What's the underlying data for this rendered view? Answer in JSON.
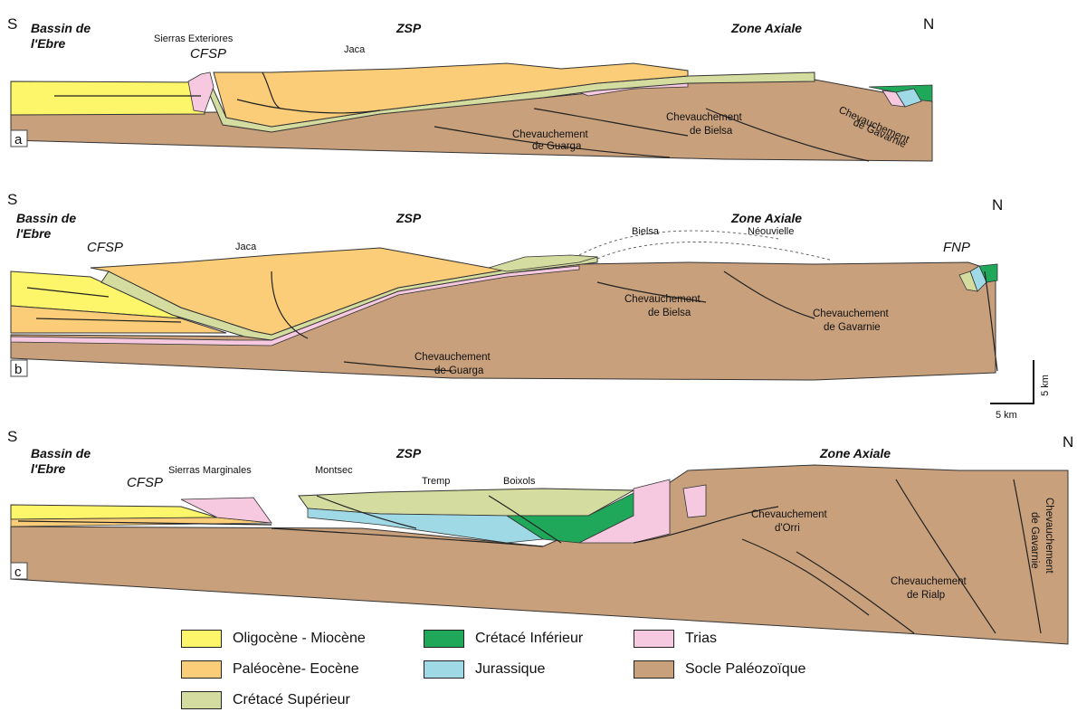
{
  "colors": {
    "oligocene_miocene": "#fdf66a",
    "paleocene_eocene": "#fbcd78",
    "cretace_superieur": "#d5dca0",
    "cretace_inferieur": "#1fa85a",
    "jurassique": "#9fd9e6",
    "trias": "#f6c9e0",
    "socle": "#c9a07c"
  },
  "directions": {
    "south": "S",
    "north": "N"
  },
  "regions": {
    "bassin_line1": "Bassin de",
    "bassin_line2": "l'Ebre",
    "zsp": "ZSP",
    "zone_axiale": "Zone Axiale"
  },
  "panels": {
    "a": {
      "label": "a",
      "cfsp": "CFSP",
      "places": {
        "sierras": "Sierras Exteriores",
        "jaca": "Jaca"
      },
      "thrusts": {
        "guarga_1": "Chevauchement",
        "guarga_2": "de Guarga",
        "bielsa_1": "Chevauchement",
        "bielsa_2": "de Bielsa",
        "gavarnie_1": "Chevauchement",
        "gavarnie_2": "de Gavarnie"
      }
    },
    "b": {
      "label": "b",
      "cfsp": "CFSP",
      "fnp": "FNP",
      "places": {
        "jaca": "Jaca",
        "bielsa": "Bielsa",
        "neouvielle": "Néouvielle"
      },
      "thrusts": {
        "bielsa_1": "Chevauchement",
        "bielsa_2": "de Bielsa",
        "gavarnie_1": "Chevauchement",
        "gavarnie_2": "de Gavarnie",
        "guarga_1": "Chevauchement",
        "guarga_2": "de Guarga"
      }
    },
    "c": {
      "label": "c",
      "cfsp": "CFSP",
      "places": {
        "sierras": "Sierras Marginales",
        "montsec": "Montsec",
        "tremp": "Tremp",
        "boixols": "Boixols"
      },
      "thrusts": {
        "orri_1": "Chevauchement",
        "orri_2": "d'Orri",
        "rialp_1": "Chevauchement",
        "rialp_2": "de Rialp",
        "gavarnie_1": "Chevauchement",
        "gavarnie_2": "de Gavarnie"
      }
    }
  },
  "scale": {
    "vertical": "5 km",
    "horizontal": "5 km"
  },
  "legend": [
    {
      "label": "Oligocène - Miocène",
      "color": "#fdf66a"
    },
    {
      "label": "Crétacé Inférieur",
      "color": "#1fa85a"
    },
    {
      "label": "Trias",
      "color": "#f6c9e0"
    },
    {
      "label": "Paléocène- Eocène",
      "color": "#fbcd78"
    },
    {
      "label": "Jurassique",
      "color": "#9fd9e6"
    },
    {
      "label": "Socle Paléozoïque",
      "color": "#c9a07c"
    },
    {
      "label": "Crétacé Supérieur",
      "color": "#d5dca0"
    }
  ]
}
